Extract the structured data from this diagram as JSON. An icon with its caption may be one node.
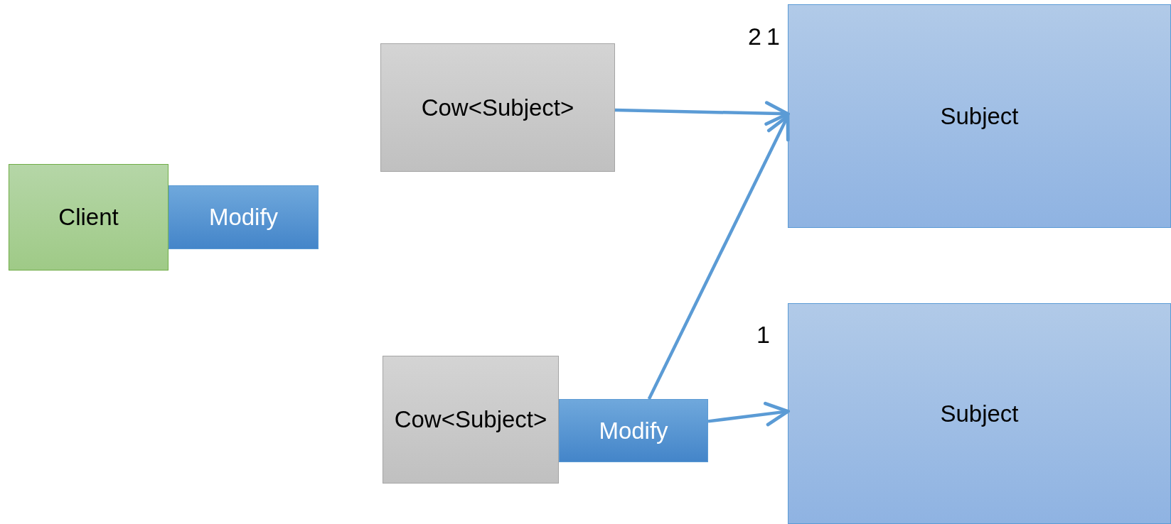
{
  "diagram": {
    "nodes": [
      {
        "text": [
          "Client"
        ]
      },
      {
        "text": [
          "Modify"
        ]
      },
      {
        "text": [
          "Cow<Subject>"
        ]
      },
      {
        "text": [
          "Cow<Subject>"
        ]
      },
      {
        "text": [
          "Modify"
        ]
      },
      {
        "text": [
          "Subject"
        ]
      },
      {
        "text": [
          "Subject"
        ]
      }
    ],
    "edges": [
      {
        "from": 2,
        "to": 5,
        "arrow": "to"
      },
      {
        "from": 4,
        "to": 5,
        "arrow": "to"
      },
      {
        "from": 4,
        "to": 6,
        "arrow": "to"
      }
    ],
    "labels": [
      "2",
      "1",
      "1"
    ]
  }
}
